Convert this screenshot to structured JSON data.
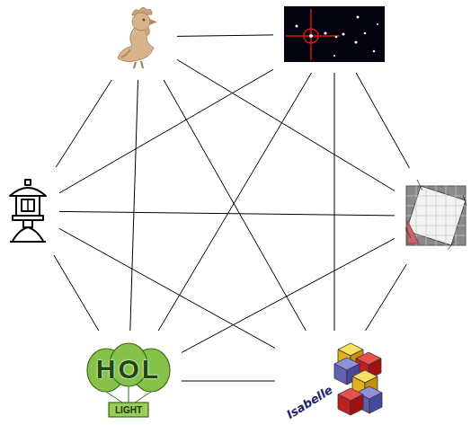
{
  "diagram": {
    "nodes": [
      {
        "text": []
      },
      {
        "text": []
      },
      {
        "text": []
      },
      {
        "text": []
      },
      {
        "text": [
          "HOL",
          "LIGHT"
        ]
      },
      {
        "text": [
          "Isabelle"
        ]
      }
    ],
    "edges": [
      {
        "from": 0,
        "to": 1,
        "arrow": "none"
      },
      {
        "from": 0,
        "to": 2,
        "arrow": "none"
      },
      {
        "from": 0,
        "to": 3,
        "arrow": "none"
      },
      {
        "from": 0,
        "to": 4,
        "arrow": "none"
      },
      {
        "from": 0,
        "to": 5,
        "arrow": "none"
      },
      {
        "from": 1,
        "to": 2,
        "arrow": "none"
      },
      {
        "from": 1,
        "to": 3,
        "arrow": "none"
      },
      {
        "from": 1,
        "to": 4,
        "arrow": "none"
      },
      {
        "from": 1,
        "to": 5,
        "arrow": "none"
      },
      {
        "from": 2,
        "to": 3,
        "arrow": "none"
      },
      {
        "from": 2,
        "to": 4,
        "arrow": "none"
      },
      {
        "from": 2,
        "to": 5,
        "arrow": "none"
      },
      {
        "from": 3,
        "to": 4,
        "arrow": "none"
      },
      {
        "from": 3,
        "to": 5,
        "arrow": "none"
      },
      {
        "from": 4,
        "to": 5,
        "arrow": "none"
      }
    ]
  }
}
